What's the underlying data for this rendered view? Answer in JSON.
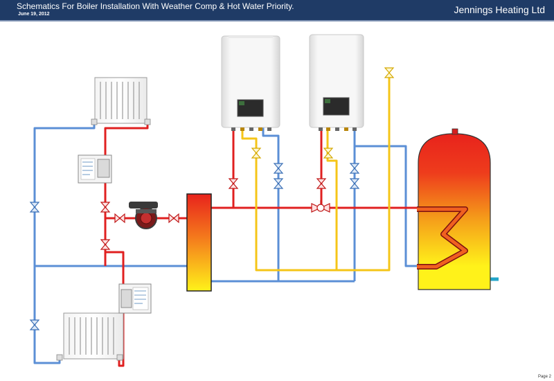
{
  "header": {
    "title": "Schematics For Boiler Installation With Weather Comp & Hot Water Priority.",
    "date": "June 19, 2012",
    "company": "Jennings Heating Ltd"
  },
  "footer": {
    "page": "Page 2"
  },
  "colors": {
    "flow_pipe": "#e02020",
    "return_pipe": "#5b8fd6",
    "dhw_pipe": "#f5c518",
    "header_bg": "#1f3b66"
  },
  "components": {
    "boilers": 2,
    "radiators": 2,
    "thermostats": 2,
    "pump": 1,
    "low_loss_header": 1,
    "hot_water_cylinder": 1
  }
}
